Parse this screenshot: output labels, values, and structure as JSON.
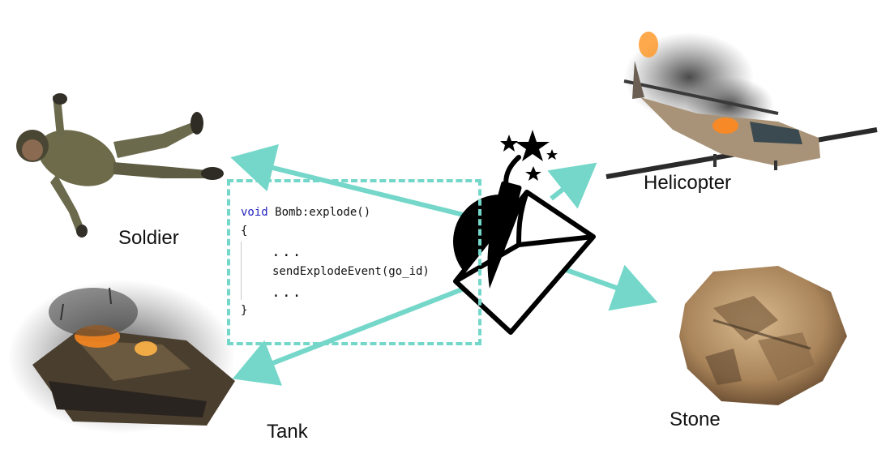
{
  "colors": {
    "arrow": "#74d7c9",
    "code_keyword": "#1f1fbf",
    "box_border": "#74d7c9"
  },
  "code": {
    "line1_keyword": "void",
    "line1_rest": " Bomb:explode()",
    "line2": "{",
    "line3": "...",
    "line4": "sendExplodeEvent(go_id)",
    "line5": "...",
    "line6": "}"
  },
  "labels": {
    "soldier": "Soldier",
    "tank": "Tank",
    "helicopter": "Helicopter",
    "stone": "Stone"
  },
  "icons": {
    "center": "bomb-envelope-icon",
    "soldier": "soldier-picture",
    "tank": "burning-tank-picture",
    "helicopter": "burning-helicopter-picture",
    "stone": "stone-rubble-picture"
  }
}
